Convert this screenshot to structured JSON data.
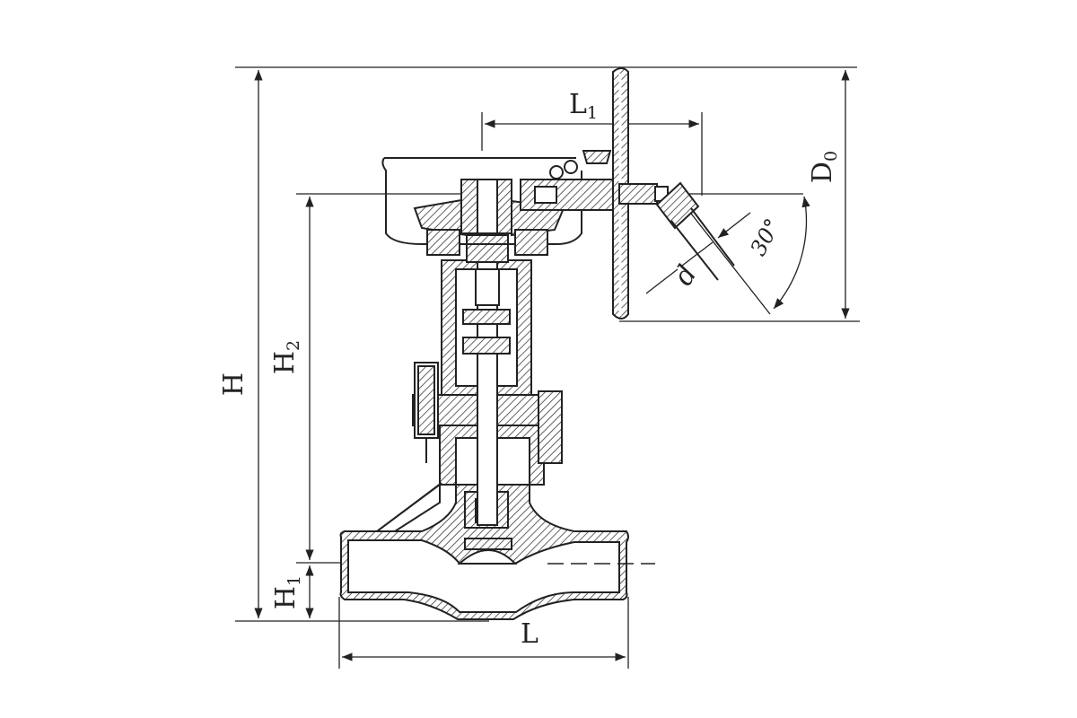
{
  "diagram": {
    "labels": {
      "H": "H",
      "H2": "H",
      "H2_sub": "2",
      "H1": "H",
      "H1_sub": "1",
      "L": "L",
      "L1": "L",
      "L1_sub": "1",
      "D0": "D",
      "D0_sub": "0",
      "d": "d",
      "angle": "30°"
    },
    "colors": {
      "line": "#222222",
      "hatch": "#3a3a3a",
      "background": "#ffffff"
    }
  }
}
